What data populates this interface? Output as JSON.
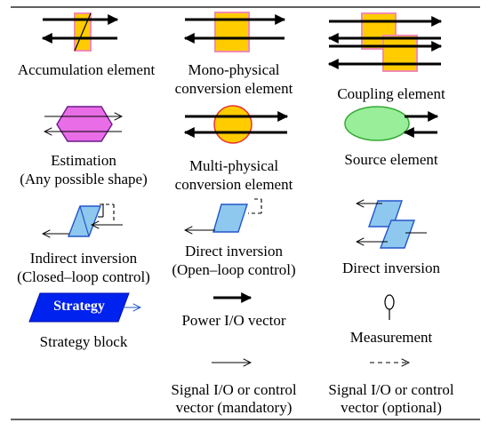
{
  "legend": {
    "accumulation": "Accumulation element",
    "mono_line1": "Mono-physical",
    "mono_line2": "conversion element",
    "coupling": "Coupling element",
    "estimation_line1": "Estimation",
    "estimation_line2": "(Any possible shape)",
    "multi_line1": "Multi-physical",
    "multi_line2": "conversion element",
    "source": "Source element",
    "indirect_line1": "Indirect inversion",
    "indirect_line2": "(Closed–loop control)",
    "direct_open_line1": "Direct inversion",
    "direct_open_line2": "(Open–loop control)",
    "direct_inversion": "Direct inversion",
    "strategy_label": "Strategy",
    "strategy_block": "Strategy block",
    "power_vector": "Power I/O vector",
    "measurement": "Measurement",
    "signal_mand_line1": "Signal I/O or control",
    "signal_mand_line2": "vector (mandatory)",
    "signal_opt_line1": "Signal I/O or control",
    "signal_opt_line2": "vector (optional)"
  },
  "colors": {
    "orange_fill": "#ffcc00",
    "orange_stroke": "#e8a000",
    "pink_border": "#f28bb0",
    "magenta_fill": "#e86de6",
    "green_fill": "#99ee99",
    "green_stroke": "#33aa33",
    "light_blue_fill": "#8fc8ee",
    "blue_stroke": "#2255cc",
    "strategy_fill": "#0022ee"
  }
}
